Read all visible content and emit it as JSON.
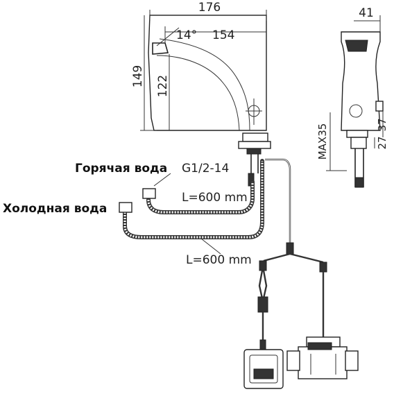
{
  "dimensions": {
    "width_top": "176",
    "angle": "14°",
    "spout_length": "154",
    "height_total": "149",
    "height_inner": "122",
    "side_width": "41",
    "max_thickness": "MAX35",
    "side_height": "37",
    "bottom_offset": "27"
  },
  "labels": {
    "hot_water": "Горячая вода",
    "cold_water": "Холодная вода",
    "thread": "G1/2-14",
    "hose_length_1": "L=600 mm",
    "hose_length_2": "L=600 mm"
  }
}
